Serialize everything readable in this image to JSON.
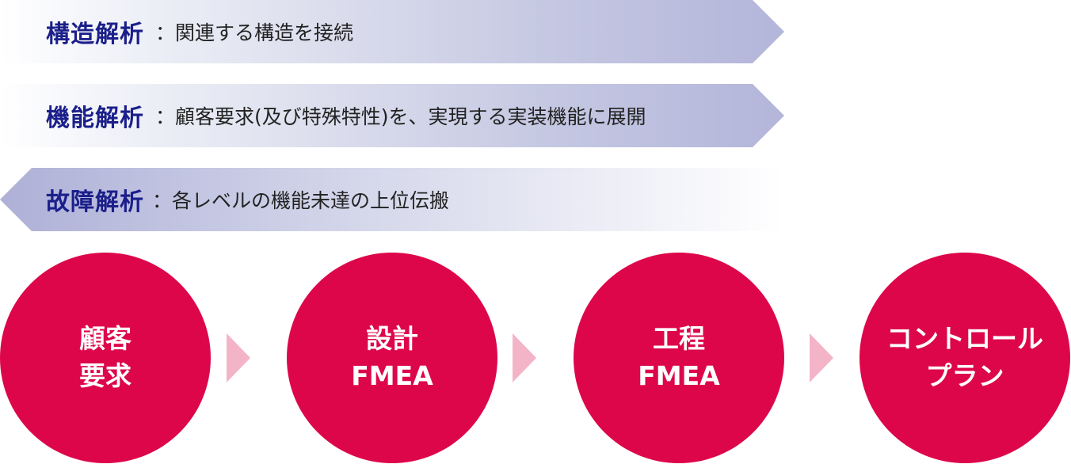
{
  "bands": [
    {
      "title": "構造解析",
      "desc": "：関連する構造を接続",
      "direction": "right"
    },
    {
      "title": "機能解析",
      "desc": "：顧客要求(及び特殊特性)を、実現する実装機能に展開",
      "direction": "right"
    },
    {
      "title": "故障解析",
      "desc": "：各レベルの機能未達の上位伝搬",
      "direction": "left"
    }
  ],
  "steps": [
    {
      "line1": "顧客",
      "line2": "要求"
    },
    {
      "line1": "設計",
      "line2": "FMEA"
    },
    {
      "line1": "工程",
      "line2": "FMEA"
    },
    {
      "line1": "コントロール",
      "line2": "プラン"
    }
  ],
  "colors": {
    "band_title": "#1b1f8a",
    "band_gradient_end": "#b3b5da",
    "circle": "#dd064b",
    "step_arrow": "#f4b4c8"
  }
}
